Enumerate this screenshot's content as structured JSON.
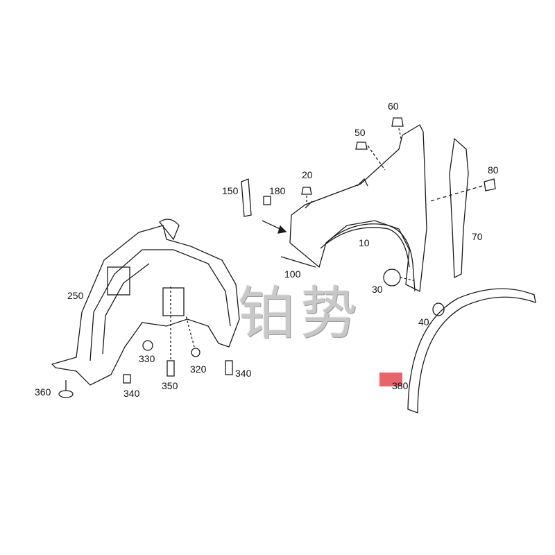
{
  "labels": {
    "p10": "10",
    "p20": "20",
    "p30": "30",
    "p40": "40",
    "p50": "50",
    "p60": "60",
    "p70": "70",
    "p80": "80",
    "p100": "100",
    "p150": "150",
    "p180": "180",
    "p250": "250",
    "p320": "320",
    "p330": "330",
    "p340a": "340",
    "p340b": "340",
    "p350": "350",
    "p360": "360",
    "p380": "380"
  },
  "watermark": "铂势",
  "colors": {
    "highlight": "#e8646a",
    "line": "#1a1a1a"
  }
}
